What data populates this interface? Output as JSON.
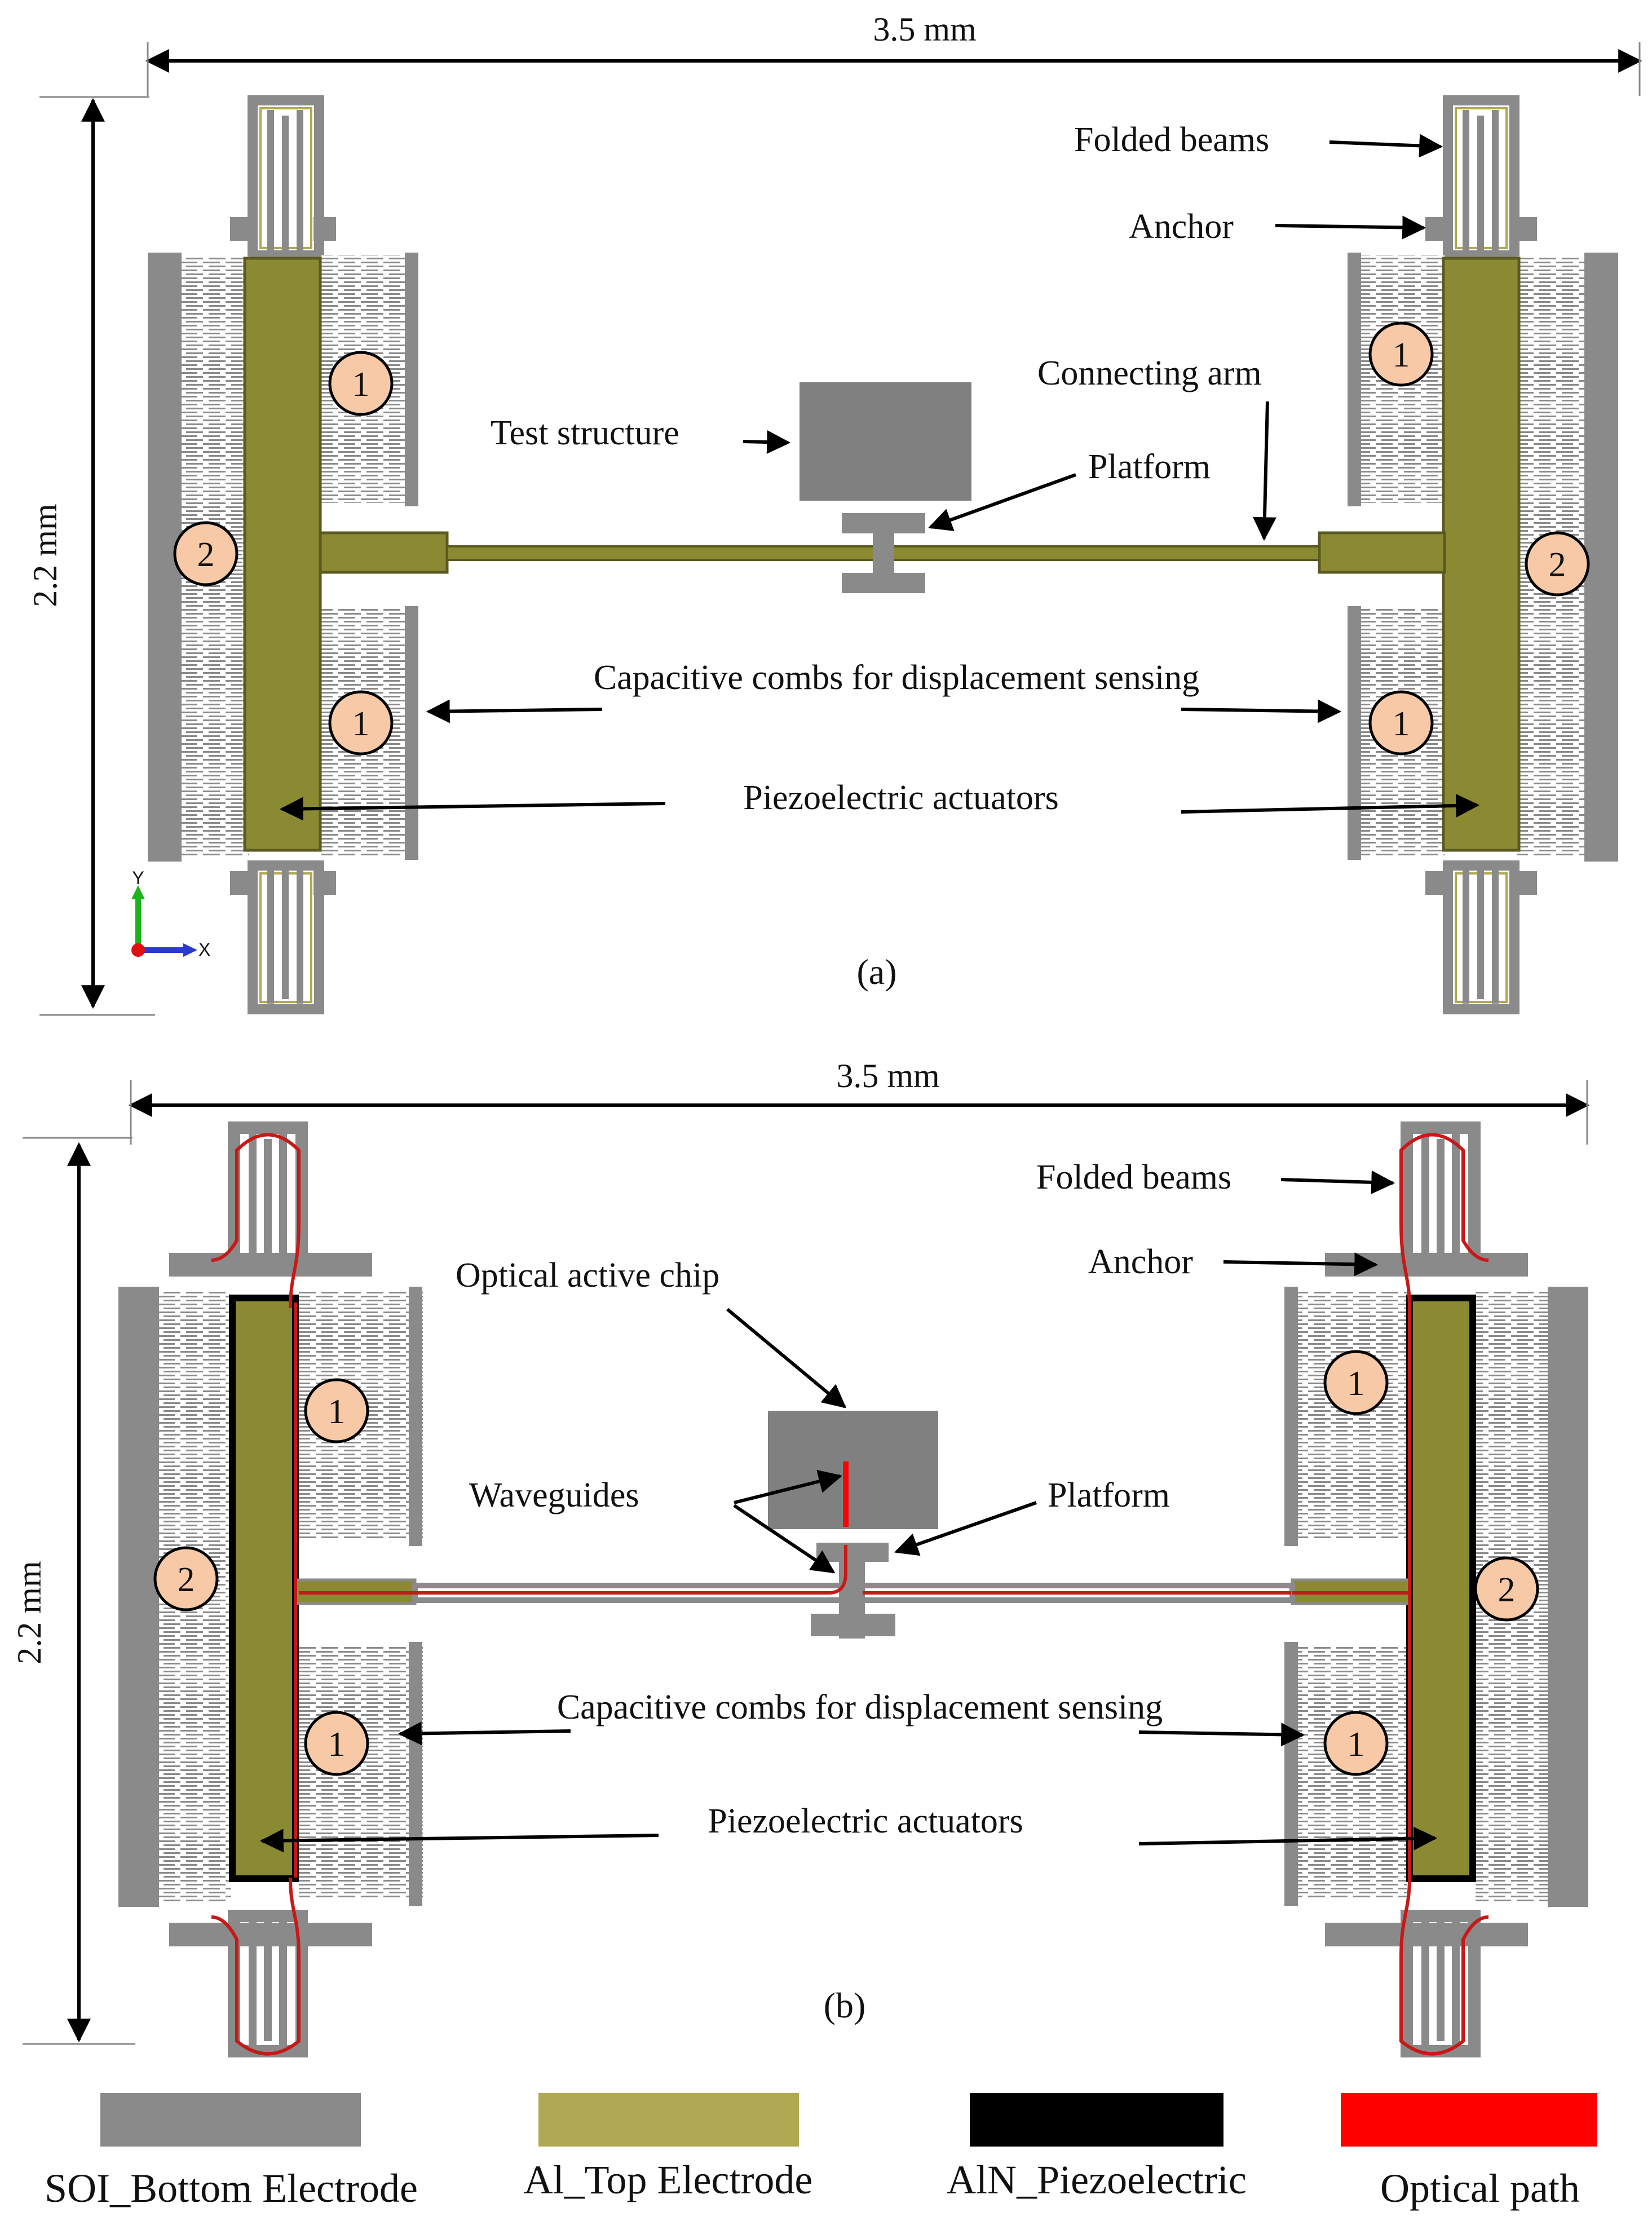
{
  "colors": {
    "soi": "#8a8a8a",
    "al": "#b0a852",
    "al_dark": "#8a8a33",
    "aln": "#000000",
    "optical": "#ff0000",
    "marker_fill": "#f7c9a6"
  },
  "panel_a": {
    "width_label": "3.5 mm",
    "height_label": "2.2 mm",
    "panel_label": "(a)",
    "labels": {
      "folded_beams": "Folded beams",
      "anchor": "Anchor",
      "connecting_arm": "Connecting arm",
      "test_structure": "Test structure",
      "platform": "Platform",
      "combs": "Capacitive combs for displacement sensing",
      "actuators": "Piezoelectric actuators"
    },
    "markers": {
      "one": "1",
      "two": "2"
    },
    "axes": {
      "y": "Y",
      "x": "X"
    }
  },
  "panel_b": {
    "width_label": "3.5 mm",
    "height_label": "2.2 mm",
    "panel_label": "(b)",
    "labels": {
      "folded_beams": "Folded beams",
      "anchor": "Anchor",
      "optical_chip": "Optical active chip",
      "waveguides": "Waveguides",
      "platform": "Platform",
      "combs": "Capacitive combs for displacement sensing",
      "actuators": "Piezoelectric actuators"
    },
    "markers": {
      "one": "1",
      "two": "2"
    }
  },
  "legend": [
    {
      "label": "SOI_Bottom Electrode",
      "color": "#8a8a8a"
    },
    {
      "label": "Al_Top Electrode",
      "color": "#b0a852"
    },
    {
      "label": "AlN_Piezoelectric",
      "color": "#000000"
    },
    {
      "label": "Optical path",
      "color": "#ff0000"
    }
  ]
}
